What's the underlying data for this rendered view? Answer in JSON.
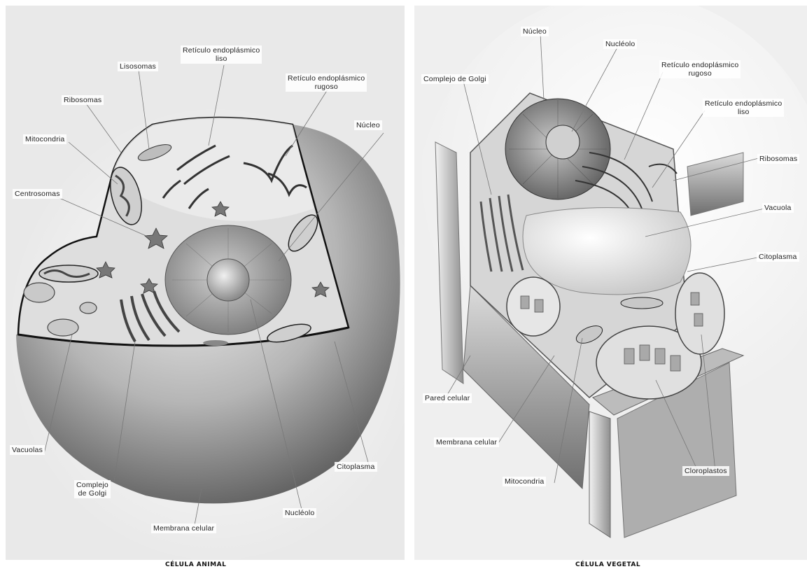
{
  "animal": {
    "caption": "CÉLULA ANIMAL",
    "labels": {
      "reticulo_liso_1": "Retículo endoplásmico",
      "reticulo_liso_2": "liso",
      "lisosomas": "Lisosomas",
      "reticulo_rugoso_1": "Retículo endoplásmico",
      "reticulo_rugoso_2": "rugoso",
      "ribosomas": "Ribosomas",
      "mitocondria": "Mitocondria",
      "nucleo_top": "Núcleo",
      "centrosomas": "Centrosomas",
      "vacuolas": "Vacuolas",
      "citoplasma": "Citoplasma",
      "golgi_1": "Complejo",
      "golgi_2": "de Golgi",
      "nucleolo": "Nucléolo",
      "membrana": "Membrana celular"
    }
  },
  "vegetal": {
    "caption": "CÉLULA VEGETAL",
    "labels": {
      "nucleo": "Núcleo",
      "nucleolo": "Nucléolo",
      "golgi": "Complejo de Golgi",
      "reticulo_rugoso_1": "Retículo endoplásmico",
      "reticulo_rugoso_2": "rugoso",
      "reticulo_liso_1": "Retículo endoplásmico",
      "reticulo_liso_2": "liso",
      "ribosomas": "Ribosomas",
      "vacuola": "Vacuola",
      "citoplasma": "Citoplasma",
      "pared": "Pared celular",
      "membrana": "Membrana celular",
      "mitocondria": "Mitocondria",
      "cloroplastos": "Cloroplastos"
    }
  },
  "colors": {
    "membrane": "#111111",
    "cell_shading": "#8a8a8a",
    "interior": "#d9d9d9",
    "nucleus": "#9a9a9a"
  }
}
